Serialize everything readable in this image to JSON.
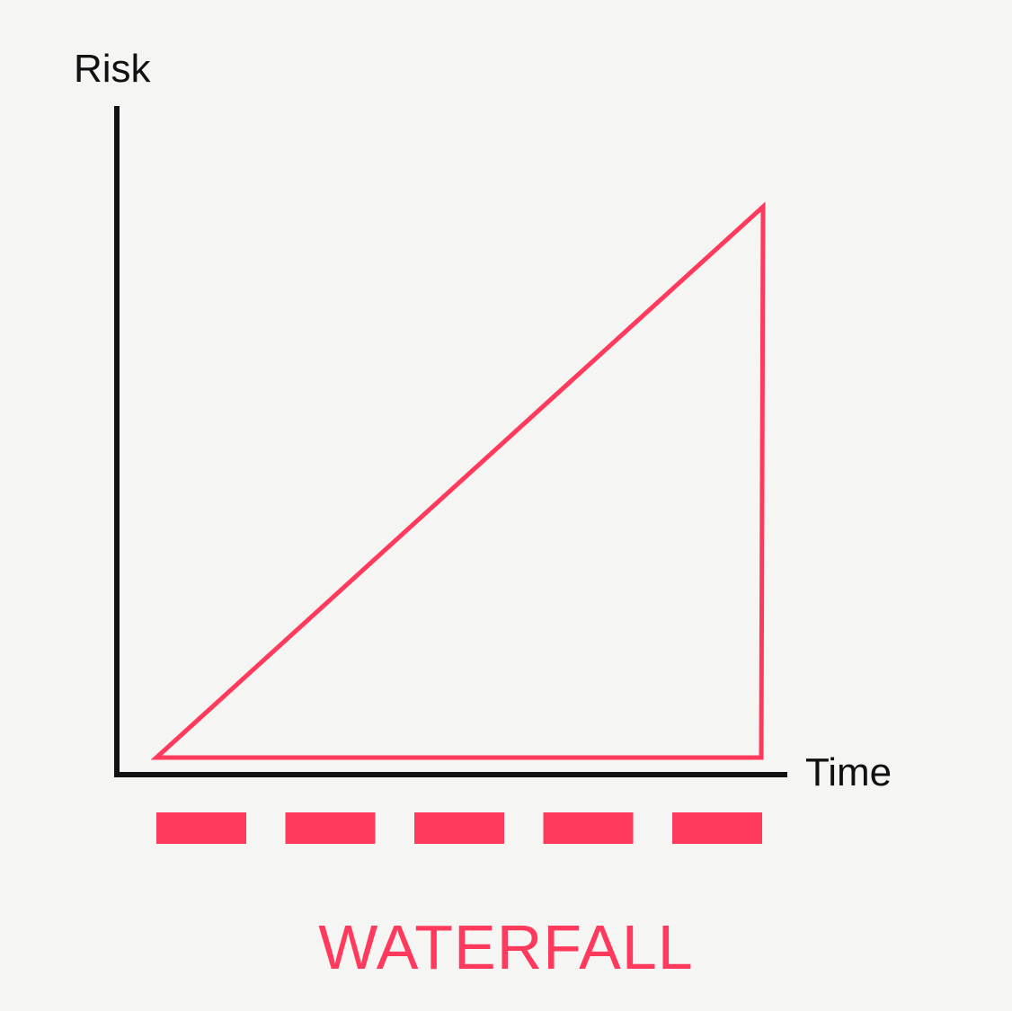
{
  "diagram": {
    "y_axis_label": "Risk",
    "x_axis_label": "Time",
    "caption": "WATERFALL",
    "phase_count": 5
  },
  "colors": {
    "background": "#f5f5f3",
    "axis": "#111111",
    "accent": "#ff3a5c"
  }
}
